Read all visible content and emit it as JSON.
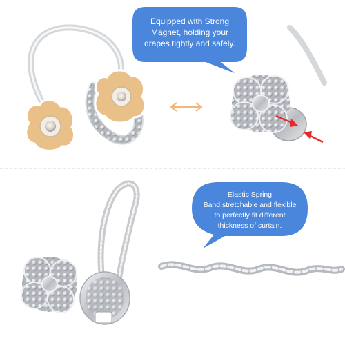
{
  "callouts": {
    "magnet": {
      "lines": [
        "Equipped with Strong",
        "Magnet, holding your",
        "drapes tightly and safely."
      ],
      "color": "#4a86dc"
    },
    "elastic": {
      "lines": [
        "Elastic Spring",
        "Band,stretchable and flexible",
        "to perfectly fit different",
        "thickness of curtain."
      ],
      "color": "#4a86dc"
    }
  },
  "colors": {
    "magnet_plate": "#e8c088",
    "magnet_plate_rim": "#c99a5c",
    "silver": "#c8cacd",
    "arrow_orange": "#f2b77a",
    "pointer_red": "#e52a2a",
    "divider": "#cfd6de"
  },
  "icons": [
    "double-arrow-icon",
    "red-pointer-arrow-icon"
  ]
}
